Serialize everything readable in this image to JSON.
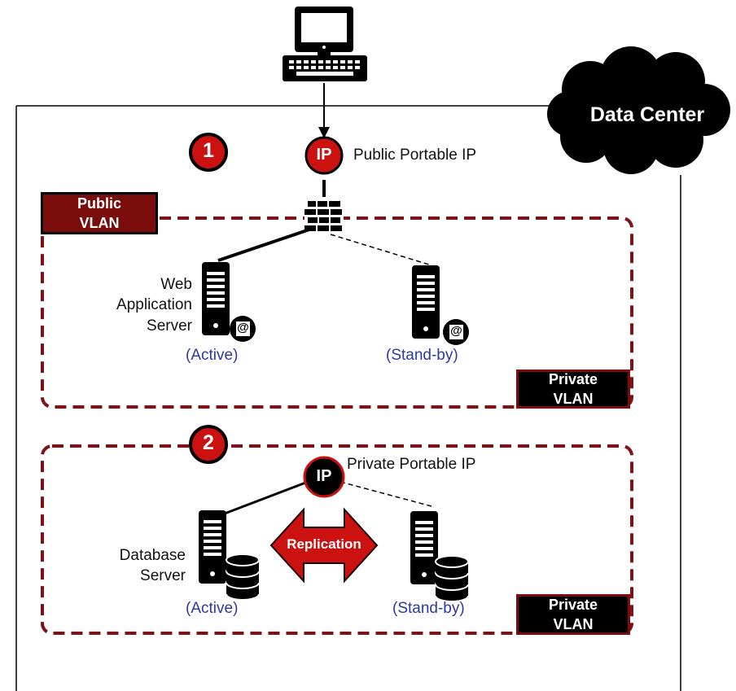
{
  "data_center": {
    "label": "Data Center"
  },
  "step_markers": [
    "1",
    "2"
  ],
  "public_ip": {
    "badge": "IP",
    "label": "Public Portable IP"
  },
  "private_ip": {
    "badge": "IP",
    "label": "Private Portable IP"
  },
  "public_vlan": {
    "line1": "Public",
    "line2": "VLAN"
  },
  "private_vlan_web": {
    "line1": "Private",
    "line2": "VLAN"
  },
  "private_vlan_db": {
    "line1": "Private",
    "line2": "VLAN"
  },
  "web_tier": {
    "server_label": [
      "Web",
      "Application",
      "Server"
    ],
    "active_status": "(Active)",
    "standby_status": "(Stand-by)",
    "server_icon_overlay": "@"
  },
  "db_tier": {
    "server_label": [
      "Database",
      "Server"
    ],
    "active_status": "(Active)",
    "standby_status": "(Stand-by)",
    "replication_label": "Replication"
  },
  "icons": {
    "client": "desktop-computer-icon",
    "firewall": "firewall-icon",
    "server": "server-tower-icon",
    "email": "email-at-icon",
    "database": "database-stack-icon",
    "cloud": "cloud-icon"
  },
  "colors": {
    "vlan_border": "#7b1416",
    "public_vlan_fill": "#7b0c0c",
    "private_vlan_fill": "#000000",
    "marker_fill": "#cc1111",
    "replication_fill": "#cc1111",
    "status_text": "#2b3a9c"
  }
}
